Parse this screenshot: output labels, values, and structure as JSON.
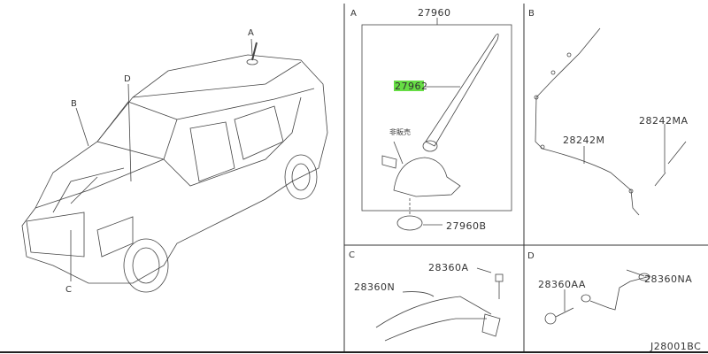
{
  "diagram_code": "J28001BC",
  "highlight_color": "#66dd44",
  "vehicle": {
    "callouts": [
      "A",
      "B",
      "C",
      "D"
    ]
  },
  "sections": {
    "A": {
      "label": "A",
      "parts": {
        "assembly": "27960",
        "rod": "27962",
        "not_sold_note": "非販売",
        "base": "27960B"
      }
    },
    "B": {
      "label": "B",
      "parts": {
        "feeder": "28242M",
        "adapter": "28242MA"
      }
    },
    "C": {
      "label": "C",
      "parts": {
        "bolt": "28360A",
        "strap": "28360N"
      }
    },
    "D": {
      "label": "D",
      "parts": {
        "bolt": "28360AA",
        "strap": "28360NA"
      }
    }
  }
}
